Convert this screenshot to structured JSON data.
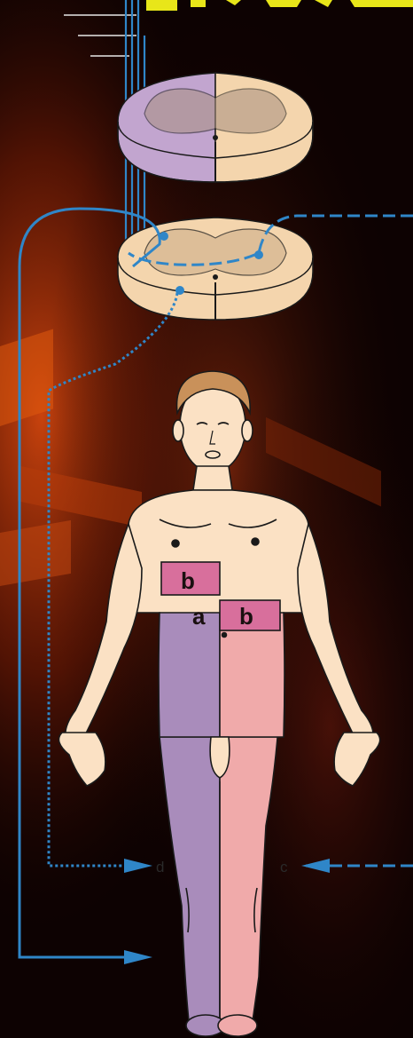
{
  "labels": {
    "upper_b": "b",
    "lower_a": "a",
    "lower_b": "b",
    "left_letter": "d",
    "right_letter": "c"
  },
  "colors": {
    "pathway_blue": "#2f86c8",
    "purple_side": "#a98cbb",
    "pink_side": "#f0aaaa",
    "dermatome_b": "#d86f9c",
    "cord_grey_purple": "#c2a5cf",
    "cord_grey_peach": "#f4d5ad",
    "skin": "#fbe1c4",
    "outline": "#1a1a1a",
    "title_yellow": "#e8e619"
  }
}
